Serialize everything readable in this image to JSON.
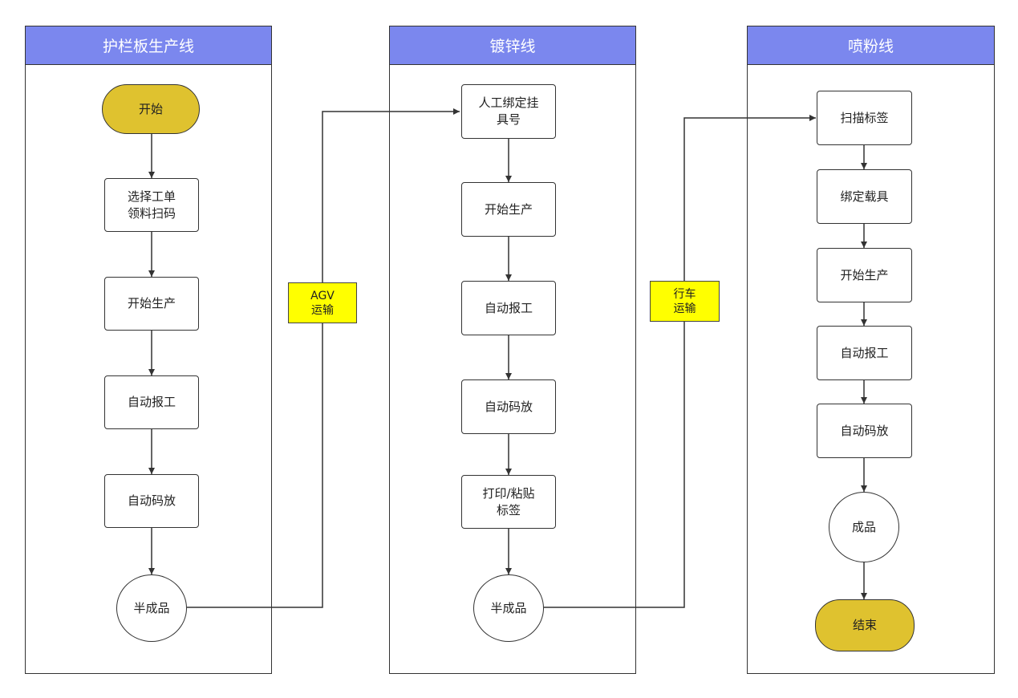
{
  "lanes": [
    {
      "title": "护栏板生产线"
    },
    {
      "title": "镀锌线"
    },
    {
      "title": "喷粉线"
    }
  ],
  "lane1": {
    "start": "开始",
    "step1": "选择工单\n领料扫码",
    "step2": "开始生产",
    "step3": "自动报工",
    "step4": "自动码放",
    "output": "半成品"
  },
  "lane2": {
    "step1": "人工绑定挂\n具号",
    "step2": "开始生产",
    "step3": "自动报工",
    "step4": "自动码放",
    "step5": "打印/粘贴\n标签",
    "output": "半成品"
  },
  "lane3": {
    "step1": "扫描标签",
    "step2": "绑定载具",
    "step3": "开始生产",
    "step4": "自动报工",
    "step5": "自动码放",
    "output": "成品",
    "end": "结束"
  },
  "transfers": {
    "agv": "AGV\n运输",
    "crane": "行车\n运输"
  },
  "colors": {
    "header": "#7b87ee",
    "terminal": "#dfc22f",
    "transfer_label": "#ffff00",
    "line": "#333333"
  }
}
